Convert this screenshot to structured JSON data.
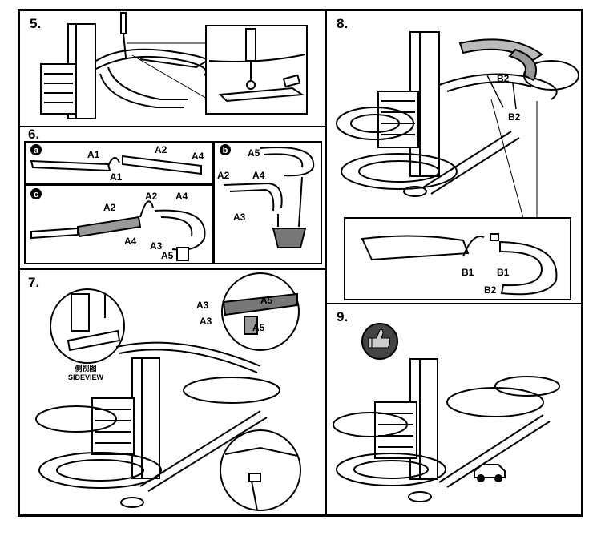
{
  "steps": {
    "s5": "5.",
    "s6": "6.",
    "s7": "7.",
    "s8": "8.",
    "s9": "9."
  },
  "step6": {
    "a": {
      "badge": "a",
      "labels": [
        "A1",
        "A1",
        "A2",
        "A4"
      ]
    },
    "b": {
      "badge": "b",
      "labels": [
        "A5",
        "A2",
        "A4",
        "A3"
      ]
    },
    "c": {
      "badge": "c",
      "labels": [
        "A2",
        "A2",
        "A4",
        "A4",
        "A3",
        "A5"
      ]
    }
  },
  "step7": {
    "sideview_cn": "侧视图",
    "sideview_en": "SIDEVIEW",
    "labels": [
      "A3",
      "A5",
      "A3",
      "A5"
    ]
  },
  "step8": {
    "labels_main": [
      "B2",
      "B2"
    ],
    "labels_inset": [
      "B1",
      "B1",
      "B2"
    ]
  },
  "step9": {
    "thumb_icon": "thumbs-up-icon"
  }
}
